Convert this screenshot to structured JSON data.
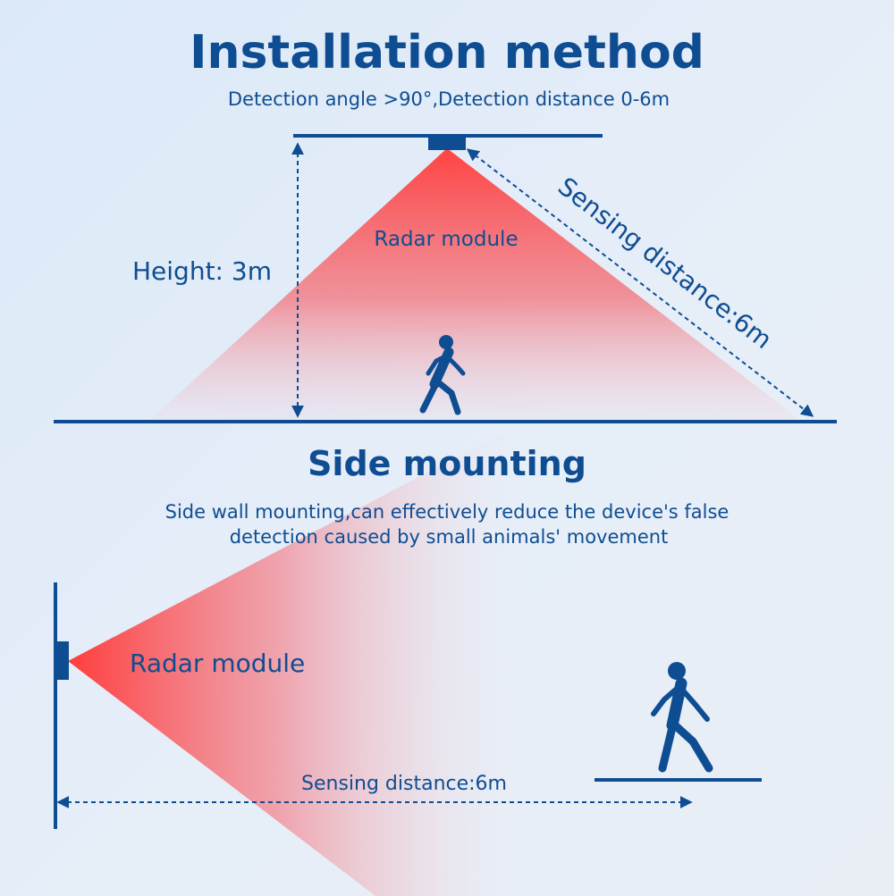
{
  "header": {
    "title": "Installation method",
    "subtitle": "Detection angle >90°,Detection distance 0-6m"
  },
  "ceiling_diagram": {
    "module_label": "Radar module",
    "height_label": "Height: 3m",
    "distance_label": "Sensing distance:6m"
  },
  "side_section": {
    "title": "Side mounting",
    "description_line1": "Side wall mounting,can effectively reduce the device's false",
    "description_line2": "detection caused by small animals' movement"
  },
  "side_diagram": {
    "module_label": "Radar module",
    "distance_label": "Sensing distance:6m"
  },
  "colors": {
    "primary": "#0f4d92",
    "beam": "#ff4646",
    "background": "#dce9f8"
  }
}
